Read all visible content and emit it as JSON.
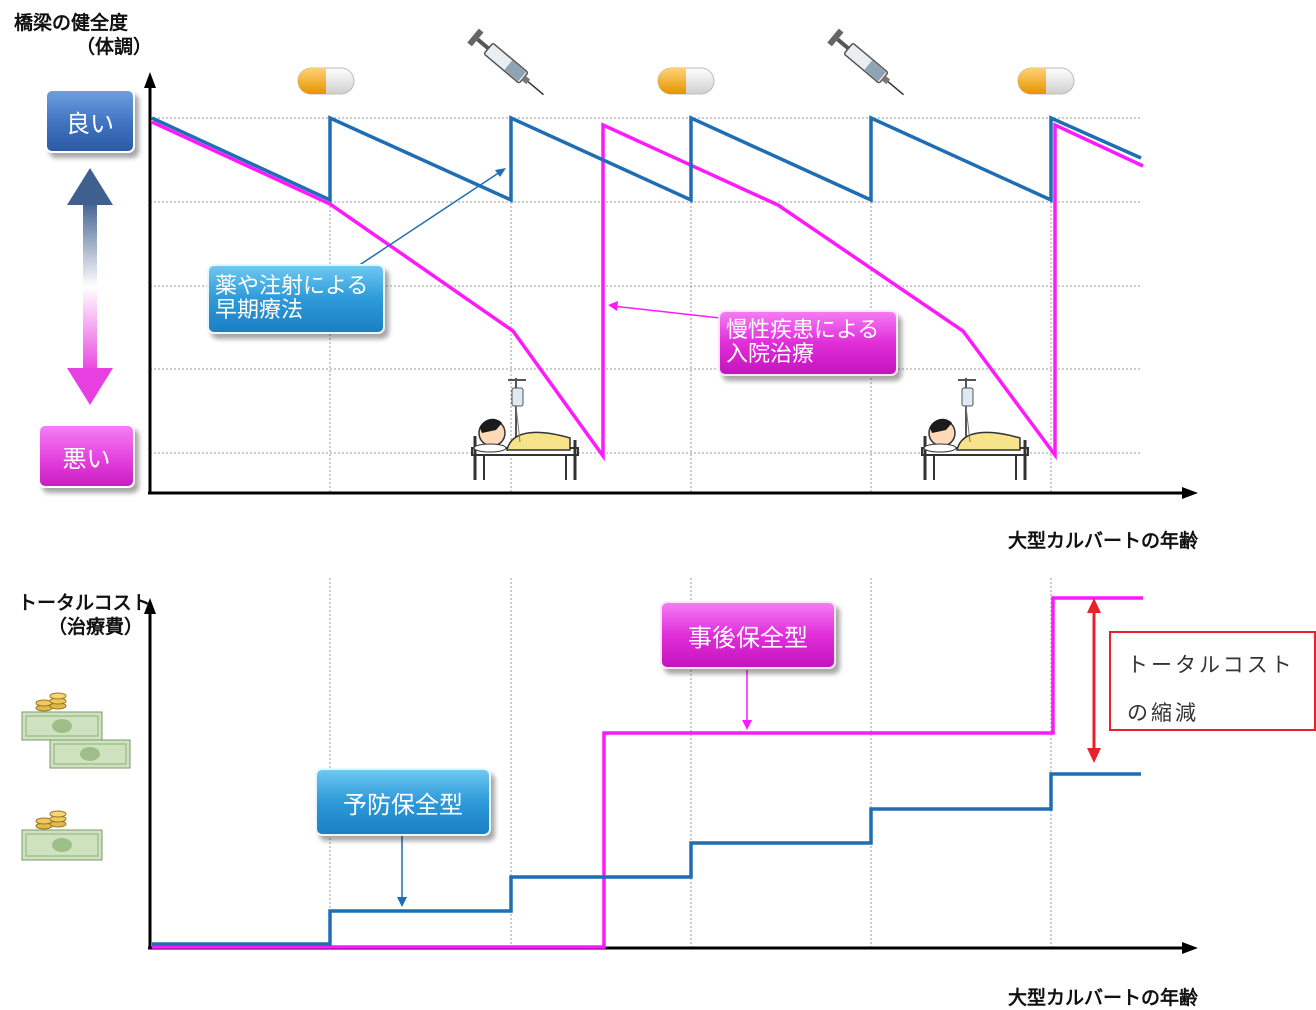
{
  "top_chart": {
    "y_axis_label_line1": "橋梁の健全度",
    "y_axis_label_line2": "（体調）",
    "level_good": "良い",
    "level_bad": "悪い",
    "x_axis_label": "大型カルバートの年齢",
    "callout_preventive": [
      "薬や注射による",
      "早期療法"
    ],
    "callout_corrective": [
      "慢性疾患による",
      "入院治療"
    ],
    "icons": [
      "pill-icon",
      "syringe-icon",
      "pill-icon",
      "syringe-icon",
      "pill-icon",
      "hospital-bed-icon",
      "hospital-bed-icon"
    ]
  },
  "bottom_chart": {
    "y_axis_label_line1": "トータルコスト",
    "y_axis_label_line2": "（治療費）",
    "x_axis_label": "大型カルバートの年齢",
    "label_corrective": "事後保全型",
    "label_preventive": "予防保全型",
    "note_line1": "トータルコスト",
    "note_line2": "の縮減",
    "icons": [
      "money-stack-icon",
      "money-stack-icon"
    ]
  },
  "colors": {
    "preventive": "#1f6eb3",
    "corrective": "#ff19ff",
    "note_border": "#e8212a"
  }
}
